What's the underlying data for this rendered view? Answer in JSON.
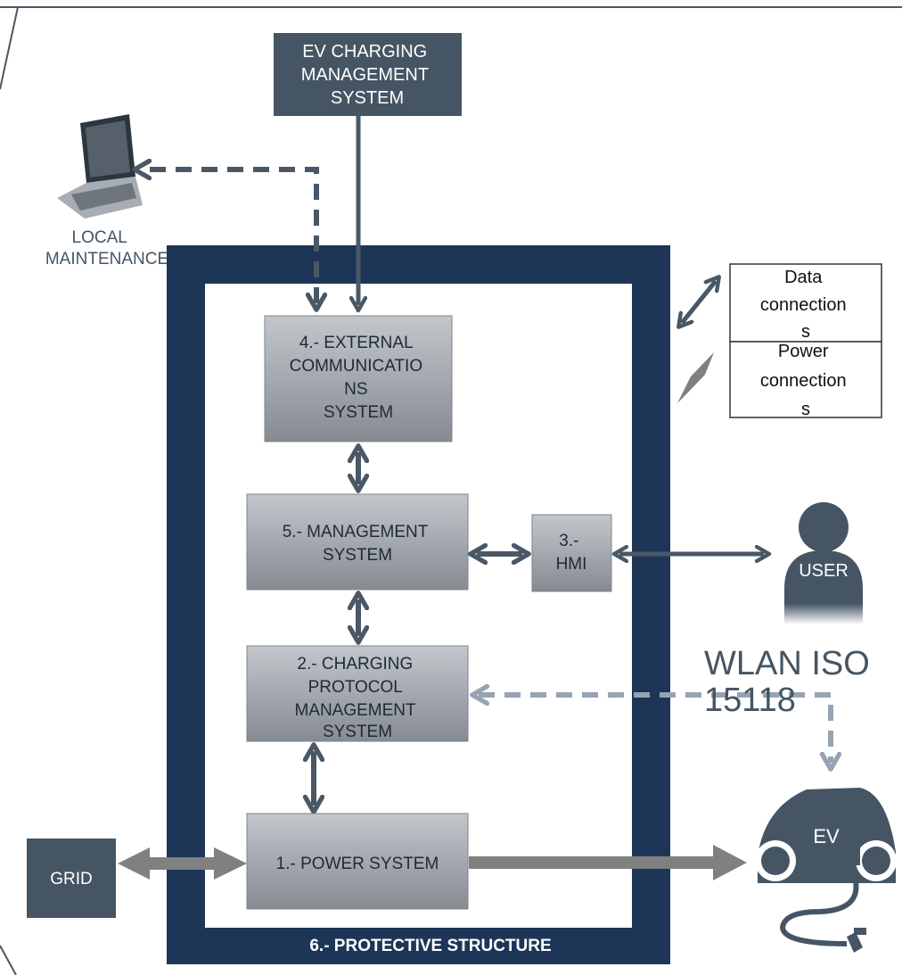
{
  "colors": {
    "frame_navy": "#1d3557",
    "dark_slate": "#455563",
    "box_fill_top": "#bcc1c6",
    "box_fill_bottom": "#868c92",
    "box_text": "#1f2a33",
    "arrow_dark": "#4a5866",
    "arrow_light": "#96a4b2",
    "arrow_power": "#808080",
    "white": "#ffffff"
  },
  "nodes": {
    "ev_cms": {
      "lines": [
        "EV CHARGING",
        "MANAGEMENT",
        "SYSTEM"
      ]
    },
    "local_maintenance": {
      "lines": [
        "LOCAL",
        "MAINTENANCE"
      ]
    },
    "external_comms": {
      "lines": [
        "4.- EXTERNAL",
        "COMMUNICATIO",
        "NS",
        "SYSTEM"
      ]
    },
    "management": {
      "lines": [
        "5.- MANAGEMENT",
        "SYSTEM"
      ]
    },
    "hmi": {
      "lines": [
        "3.-",
        "HMI"
      ]
    },
    "charging_protocol": {
      "lines": [
        "2.- CHARGING",
        "PROTOCOL",
        "MANAGEMENT",
        "SYSTEM"
      ]
    },
    "power_system": {
      "lines": [
        "1.- POWER SYSTEM"
      ]
    },
    "grid": {
      "lines": [
        "GRID"
      ]
    },
    "user": {
      "lines": [
        "USER"
      ]
    },
    "ev": {
      "lines": [
        "EV"
      ]
    },
    "protective_structure": {
      "lines": [
        "6.-  PROTECTIVE STRUCTURE"
      ]
    }
  },
  "wlan_label": {
    "lines": [
      "WLAN   ISO",
      "15118"
    ]
  },
  "legend": {
    "data_connections": {
      "lines": [
        "Data",
        "connection",
        "s"
      ]
    },
    "power_connections": {
      "lines": [
        "Power",
        "connection",
        "s"
      ]
    }
  },
  "icons": [
    "laptop-icon",
    "user-icon",
    "ev-car-icon",
    "data-connection-arrow-icon",
    "power-connection-arrow-icon"
  ]
}
